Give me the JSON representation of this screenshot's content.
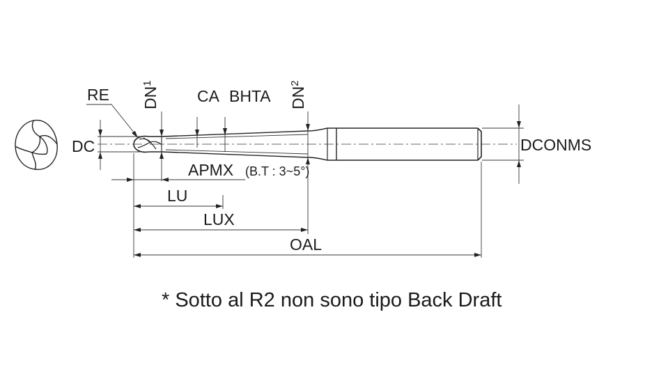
{
  "labels": {
    "re": "RE",
    "dn1_main": "DN",
    "dn1_sub": "1",
    "ca": "CA",
    "bhta": "BHTA",
    "dn2_main": "DN",
    "dn2_sub": "2",
    "dc": "DC",
    "dconms": "DCONMS",
    "apmx": "APMX",
    "bt_note": "(B.T : 3~5°)",
    "lu": "LU",
    "lux": "LUX",
    "oal": "OAL"
  },
  "note": "* Sotto al R2 non sono tipo Back Draft",
  "colors": {
    "line": "#222222",
    "text": "#1a1a1a"
  }
}
